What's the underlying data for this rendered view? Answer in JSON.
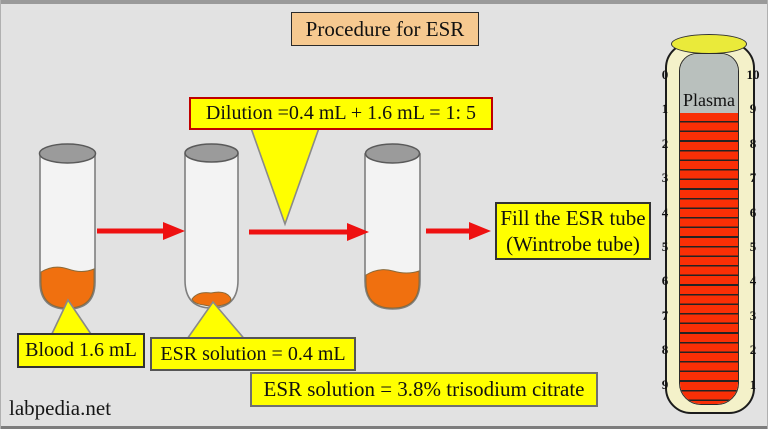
{
  "title": "Procedure for ESR",
  "dilution_callout": "Dilution =0.4 mL + 1.6 mL = 1: 5",
  "fill_box": {
    "line1": "Fill the ESR tube",
    "line2": "(Wintrobe tube)"
  },
  "labels": {
    "blood": "Blood 1.6 mL",
    "esr_solution_volume": "ESR solution = 0.4 mL",
    "esr_solution_composition": "ESR solution = 3.8% trisodium citrate"
  },
  "watermark": "labpedia.net",
  "wintrobe": {
    "plasma_label": "Plasma",
    "left_scale": [
      "0",
      "1",
      "2",
      "3",
      "4",
      "5",
      "6",
      "7",
      "8",
      "9"
    ],
    "right_scale": [
      "10",
      "9",
      "8",
      "7",
      "6",
      "5",
      "4",
      "3",
      "2",
      "1"
    ]
  },
  "colors": {
    "background": "#E2E2E2",
    "callout_yellow": "#FFFF00",
    "title_peach": "#F6C990",
    "dilution_border_red": "#C00000",
    "arrow_red": "#EE1111",
    "blood_orange": "#F0700F",
    "wintrobe_body_cream": "#F4F1C9",
    "wintrobe_cap_yellow": "#EAEA3A",
    "plasma_gray": "#B9C0BD",
    "red_cells": "#F92F06"
  }
}
